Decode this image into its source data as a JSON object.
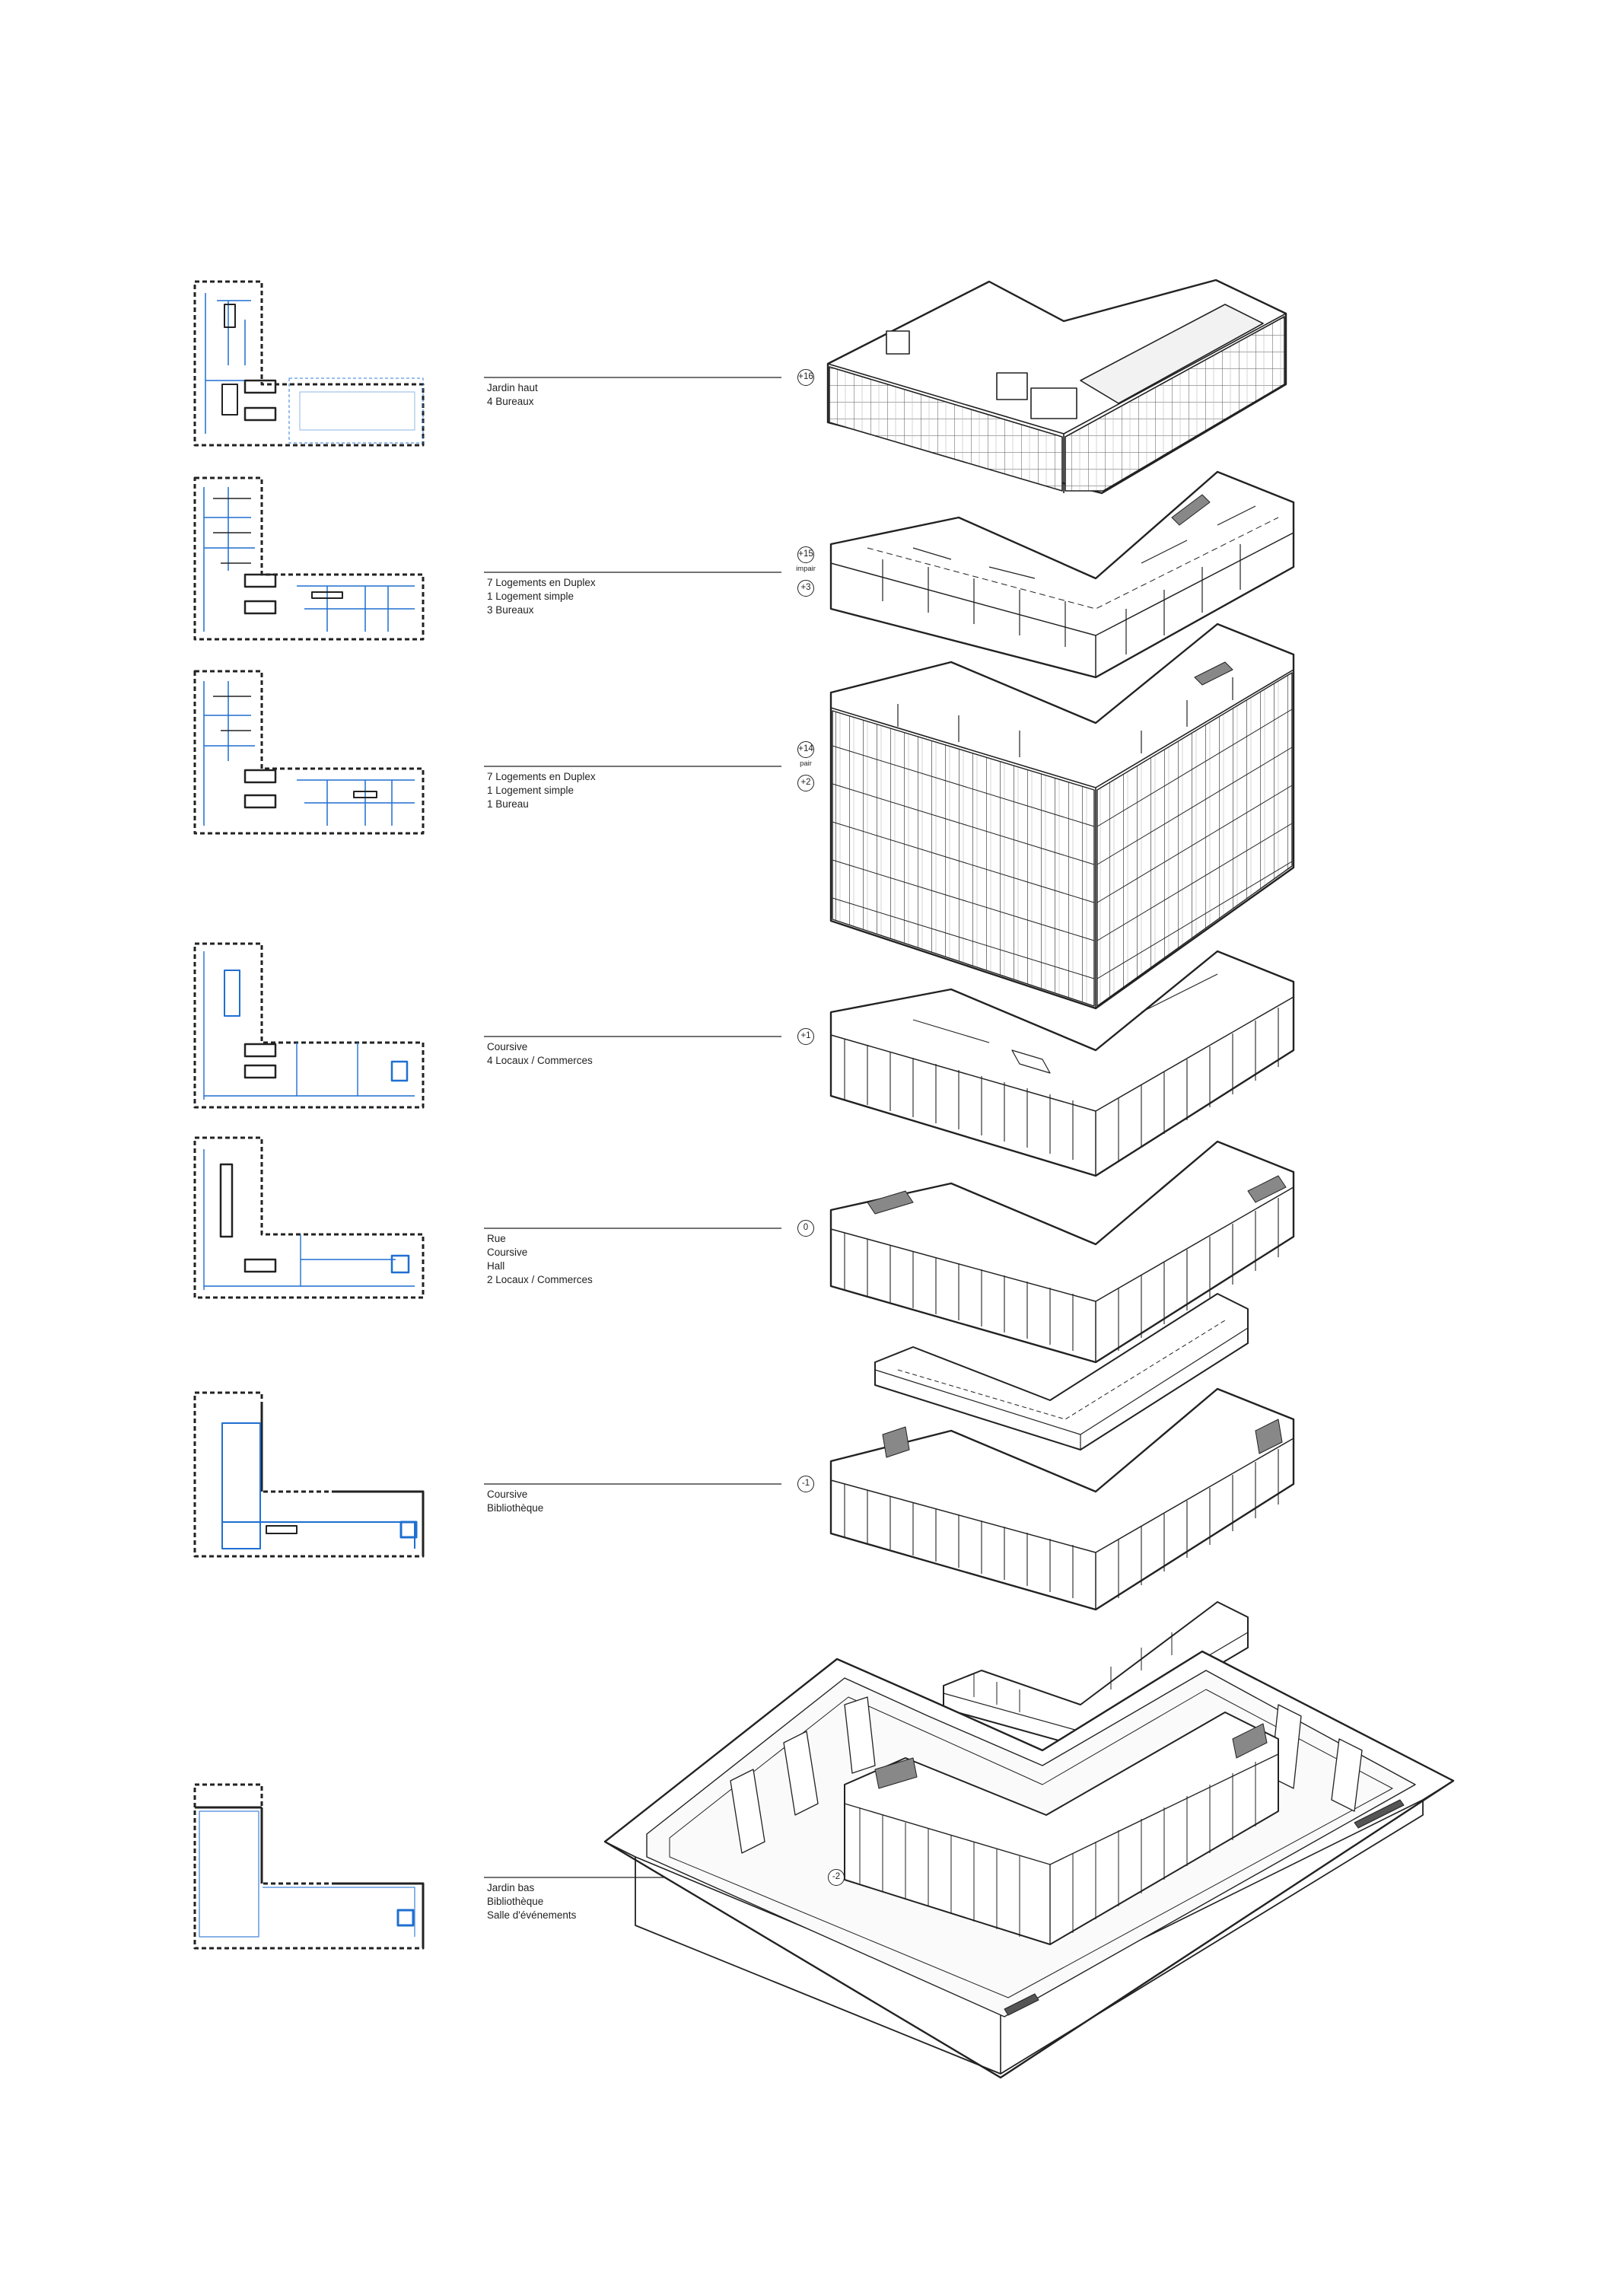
{
  "levels": [
    {
      "lines": [
        "Jardin haut",
        "4 Bureaux"
      ],
      "badges": [
        "+16"
      ],
      "between": ""
    },
    {
      "lines": [
        "7 Logements en Duplex",
        "1 Logement simple",
        "3 Bureaux"
      ],
      "badges": [
        "+15",
        "+3"
      ],
      "between": "impair"
    },
    {
      "lines": [
        "7 Logements en Duplex",
        "1 Logement simple",
        "1 Bureau"
      ],
      "badges": [
        "+14",
        "+2"
      ],
      "between": "pair"
    },
    {
      "lines": [
        "Coursive",
        "4 Locaux / Commerces"
      ],
      "badges": [
        "+1"
      ],
      "between": ""
    },
    {
      "lines": [
        "Rue",
        "Coursive",
        "Hall",
        "2 Locaux / Commerces"
      ],
      "badges": [
        "0"
      ],
      "between": ""
    },
    {
      "lines": [
        "Coursive",
        "Bibliothèque"
      ],
      "badges": [
        "-1"
      ],
      "between": ""
    },
    {
      "lines": [
        "Jardin bas",
        "Bibliothèque",
        "Salle d'événements"
      ],
      "badges": [
        "-2"
      ],
      "between": ""
    }
  ],
  "colors": {
    "line": "#222222",
    "plan_blue": "#1f6fd1",
    "light": "#9a9a9a"
  }
}
